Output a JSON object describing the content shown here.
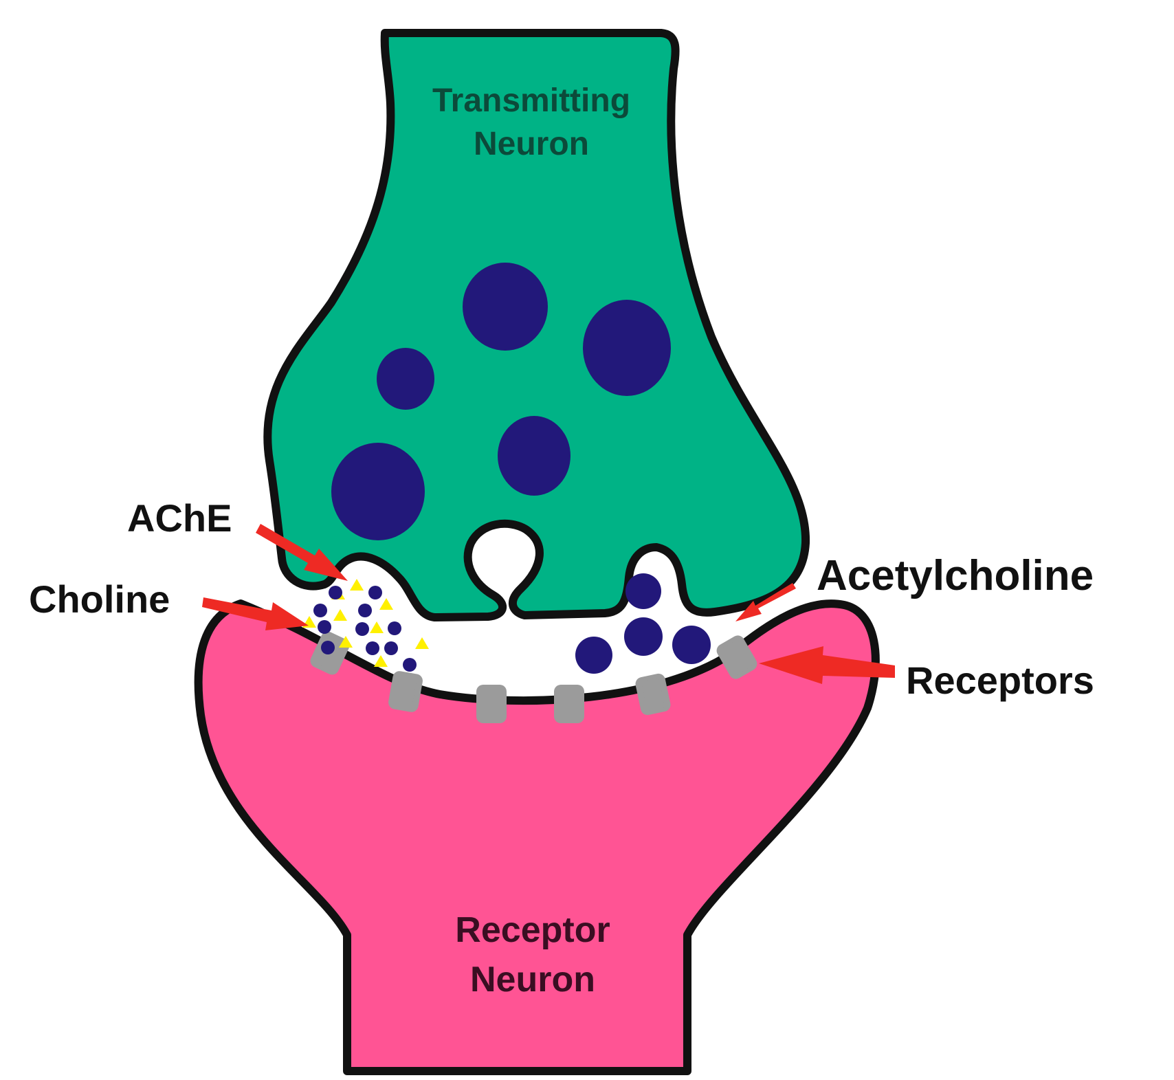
{
  "labels": {
    "transmitting_line1": "Transmitting",
    "transmitting_line2": "Neuron",
    "receptor_line1": "Receptor",
    "receptor_line2": "Neuron",
    "ache": "AChE",
    "choline": "Choline",
    "acetylcholine": "Acetylcholine",
    "receptors": "Receptors"
  },
  "colors": {
    "transmitting_neuron": "#00B386",
    "transmitting_text": "#0C4A3A",
    "receptor_neuron": "#FF5494",
    "receptor_text": "#3A0E22",
    "vesicle": "#22187A",
    "choline_dot": "#FFF000",
    "receptor_protein": "#9B9B9B",
    "arrow": "#EE2A24",
    "outline": "#111111",
    "label_text": "#111111"
  }
}
